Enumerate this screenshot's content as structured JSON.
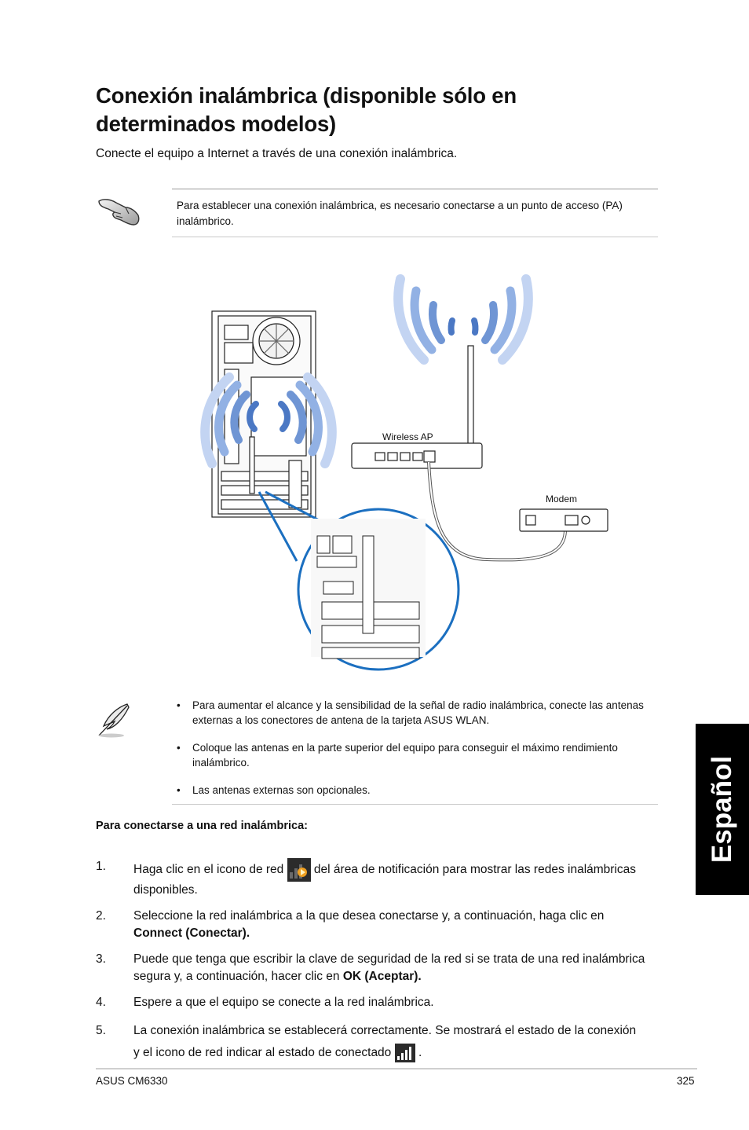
{
  "title": "Conexión inalámbrica (disponible sólo en determinados modelos)",
  "intro": "Conecte el equipo a Internet a través de una conexión inalámbrica.",
  "note": "Para establecer una conexión inalámbrica, es necesario conectarse a un punto de acceso (PA) inalámbrico.",
  "diagram": {
    "wireless_ap_label": "Wireless AP",
    "modem_label": "Modem"
  },
  "tips": [
    "Para aumentar el alcance y la sensibilidad de la señal de radio inalámbrica, conecte las antenas externas a los conectores de antena de la tarjeta ASUS WLAN.",
    "Coloque las antenas en la parte superior del equipo para conseguir el máximo rendimiento inalámbrico.",
    "Las antenas externas son opcionales."
  ],
  "side_tab": "Español",
  "procedure_heading": "Para conectarse a una red inalámbrica:",
  "steps": {
    "s1": {
      "num": "1.",
      "a": "Haga clic en el icono de red",
      "b": "del área de notificación para mostrar las redes inalámbricas disponibles."
    },
    "s2": {
      "num": "2.",
      "a": "Seleccione la red inalámbrica a la que desea conectarse y, a continuación, haga clic en",
      "bold": "Connect (Conectar)."
    },
    "s3": {
      "num": "3.",
      "a": "Puede que tenga que escribir la clave de seguridad de la red si se trata de una red inalámbrica segura y, a continuación, hacer clic en",
      "bold": "OK (Aceptar)."
    },
    "s4": {
      "num": "4.",
      "a": "Espere a que el equipo se conecte a la red inalámbrica."
    },
    "s5": {
      "num": "5.",
      "a": "La conexión inalámbrica se establecerá correctamente. Se mostrará el estado de la conexión y el icono de red indicar al estado de conectado",
      "b": "."
    }
  },
  "footer": {
    "model": "ASUS CM6330",
    "page": "325"
  },
  "colors": {
    "wave": "#6f95d4",
    "wave_light": "#b9cbef",
    "zoom_circle": "#1b6fc0",
    "tab_bg": "#000000"
  },
  "icons": [
    "hand-pointer-icon",
    "feather-pen-icon",
    "network-tray-icon",
    "signal-bars-icon"
  ]
}
